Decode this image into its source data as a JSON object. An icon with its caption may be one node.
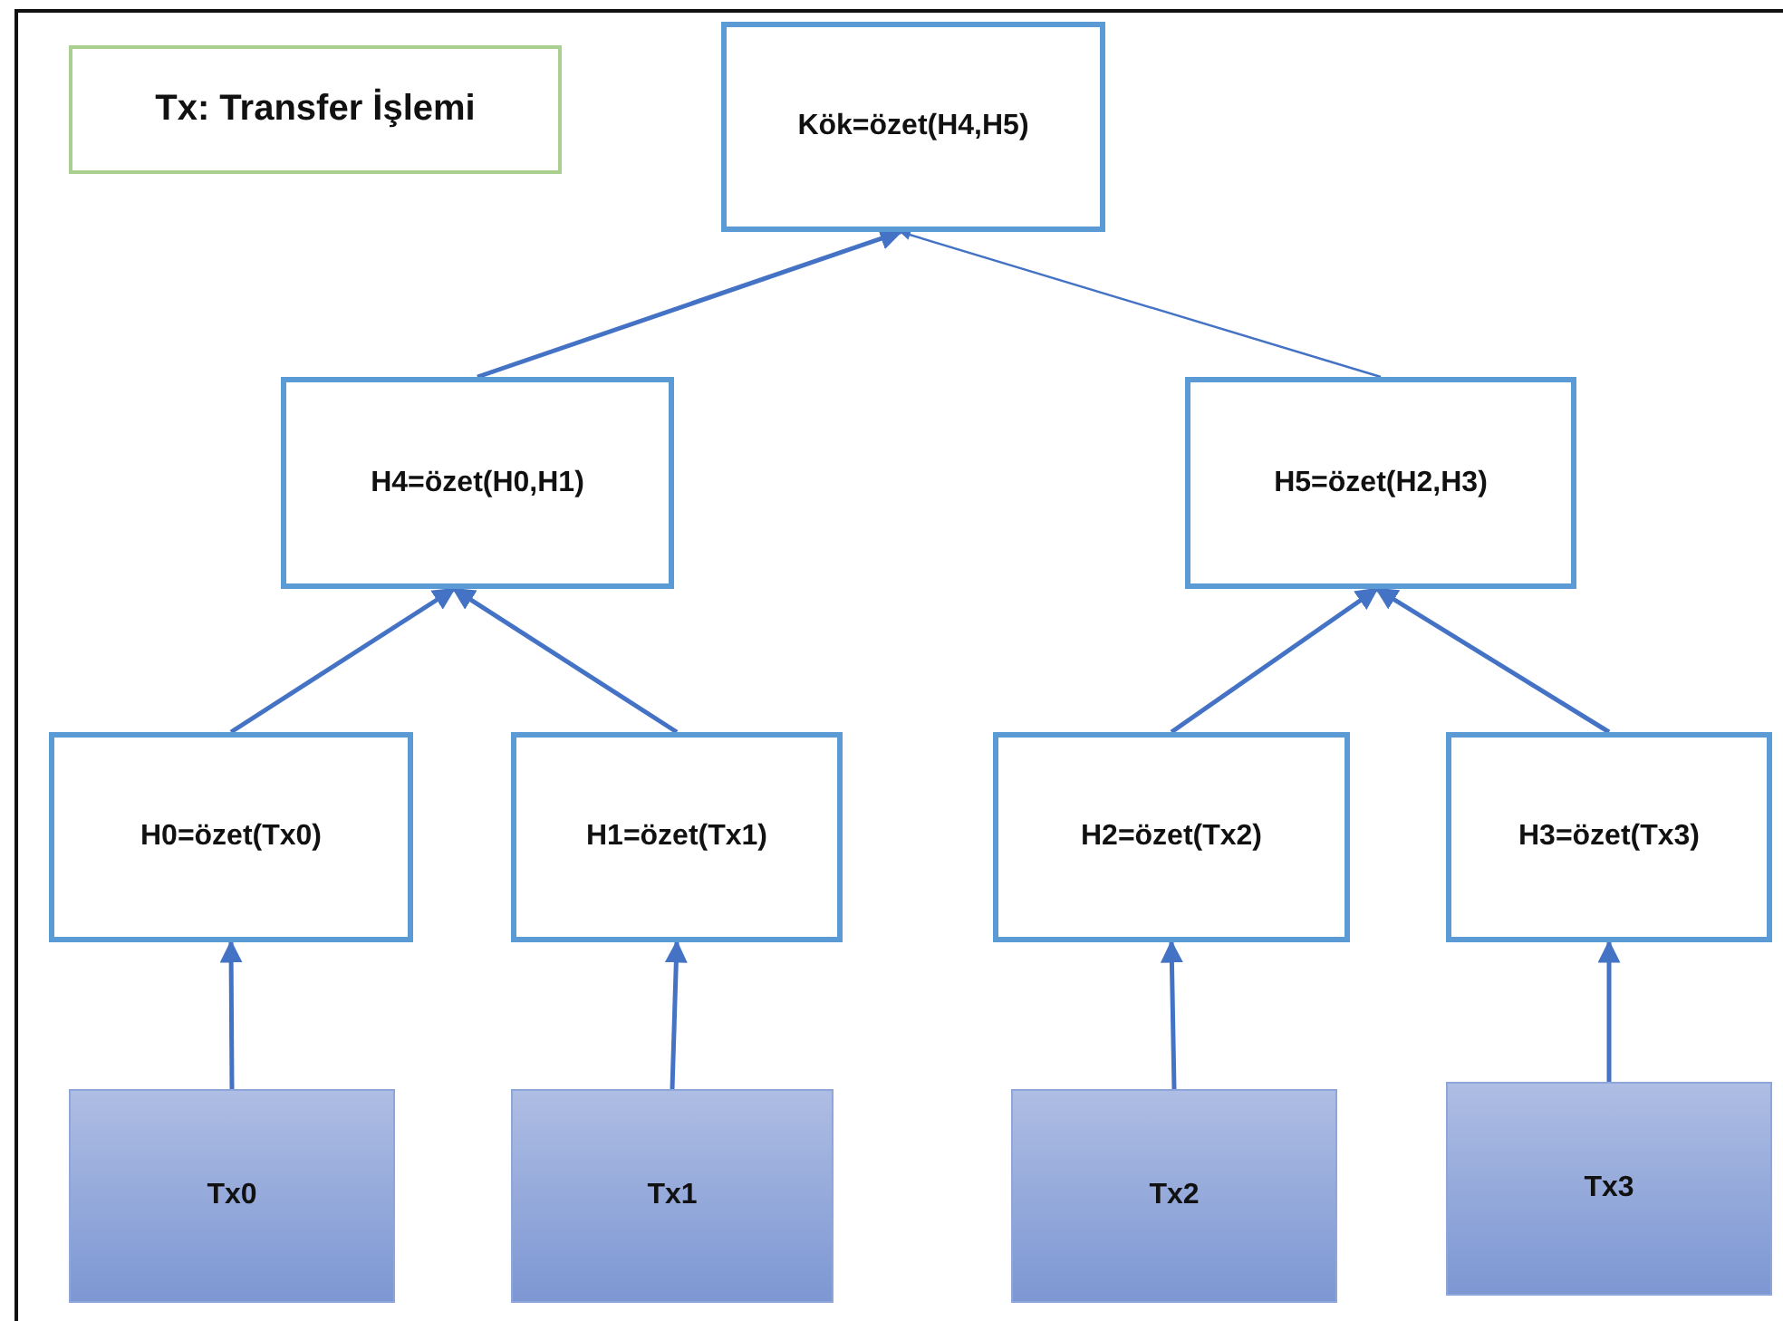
{
  "diagram": {
    "nodes": [
      {
        "text": [
          "Tx: Transfer İşlemi"
        ]
      },
      {
        "text": [
          "Kök=özet(H4,H5)"
        ]
      },
      {
        "text": [
          "H4=özet(H0,H1)"
        ]
      },
      {
        "text": [
          "H5=özet(H2,H3)"
        ]
      },
      {
        "text": [
          "H0=özet(Tx0)"
        ]
      },
      {
        "text": [
          "H1=özet(Tx1)"
        ]
      },
      {
        "text": [
          "H2=özet(Tx2)"
        ]
      },
      {
        "text": [
          "H3=özet(Tx3)"
        ]
      },
      {
        "text": [
          "Tx0"
        ]
      },
      {
        "text": [
          "Tx1"
        ]
      },
      {
        "text": [
          "Tx2"
        ]
      },
      {
        "text": [
          "Tx3"
        ]
      }
    ],
    "edges": [
      {
        "from": 2,
        "to": 1,
        "arrow": "to"
      },
      {
        "from": 3,
        "to": 1,
        "arrow": "to"
      },
      {
        "from": 4,
        "to": 2,
        "arrow": "to"
      },
      {
        "from": 5,
        "to": 2,
        "arrow": "to"
      },
      {
        "from": 6,
        "to": 3,
        "arrow": "to"
      },
      {
        "from": 7,
        "to": 3,
        "arrow": "to"
      },
      {
        "from": 8,
        "to": 4,
        "arrow": "to"
      },
      {
        "from": 9,
        "to": 5,
        "arrow": "to"
      },
      {
        "from": 10,
        "to": 6,
        "arrow": "to"
      },
      {
        "from": 11,
        "to": 7,
        "arrow": "to"
      }
    ]
  }
}
